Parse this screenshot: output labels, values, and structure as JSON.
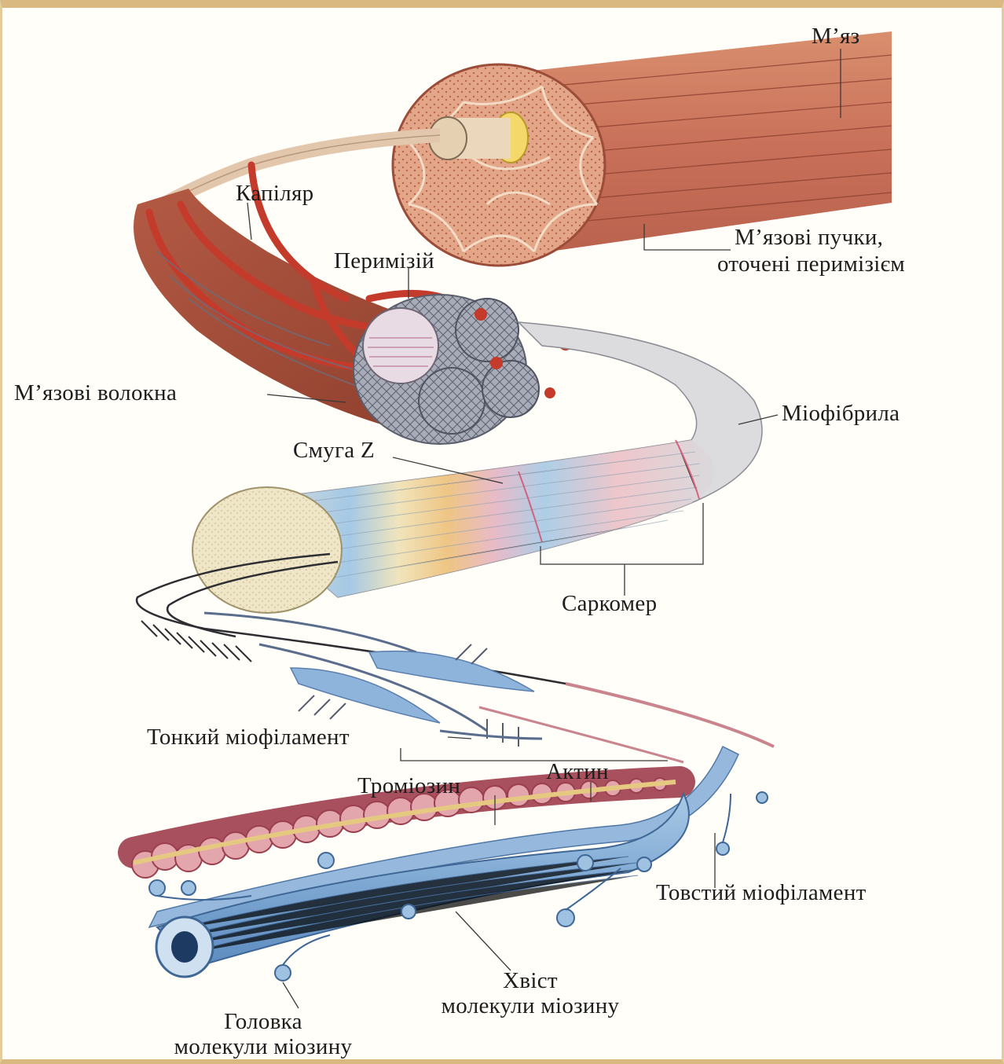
{
  "labels": {
    "muscle": "М’яз",
    "bundles_line1": "М’язові пучки,",
    "bundles_line2": "оточені перимізієм",
    "capillary": "Капіляр",
    "perimysium": "Перимізій",
    "fibers": "М’язові волокна",
    "myofibril": "Міофібрила",
    "z_band": "Смуга Z",
    "sarcomere": "Саркомер",
    "thin_filament": "Тонкий міофіламент",
    "actin": "Актин",
    "tropomyosin": "Троміозин",
    "thick_filament": "Товстий міофіламент",
    "tail_line1": "Хвіст",
    "tail_line2": "молекули міозину",
    "head_line1": "Головка",
    "head_line2": "молекули міозину"
  }
}
